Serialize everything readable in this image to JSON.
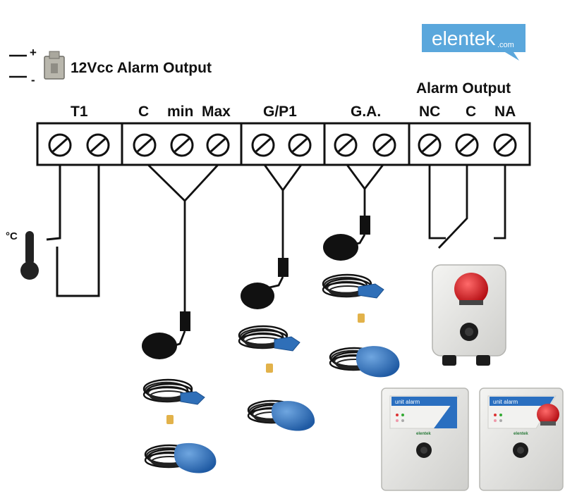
{
  "logo": {
    "text": "elentek",
    "suffix": ".com",
    "color": "#5aa7dc"
  },
  "power": {
    "plus": "+",
    "minus": "-",
    "label": "12Vcc Alarm Output"
  },
  "alarm_title": "Alarm Output",
  "terminal_groups": [
    {
      "name": "T1",
      "labels": [
        "T1"
      ]
    },
    {
      "name": "level",
      "labels": [
        "C",
        "min",
        "Max"
      ]
    },
    {
      "name": "gp1",
      "labels": [
        "G/P1"
      ]
    },
    {
      "name": "ga",
      "labels": [
        "G.A."
      ]
    },
    {
      "name": "alarm",
      "labels": [
        "NC",
        "C",
        "NA"
      ]
    }
  ],
  "thermo_unit": "°C",
  "panels": [
    {
      "title": "unit alarm",
      "brand": "elentek"
    },
    {
      "title": "unit alarm",
      "brand": "elentek"
    }
  ],
  "colors": {
    "float_blue": "#2f6fb8",
    "beacon_red": "#d4161c",
    "panel_blue": "#2a6fc0",
    "cable": "#111111"
  }
}
